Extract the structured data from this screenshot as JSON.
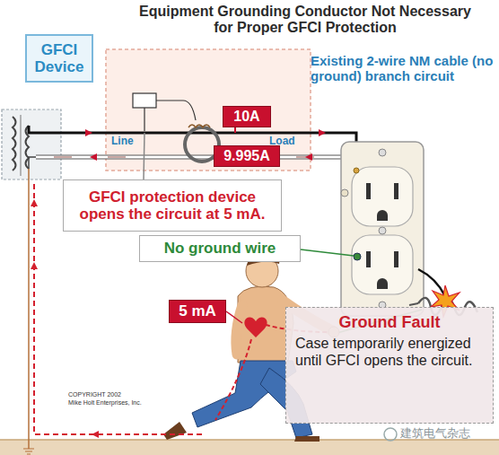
{
  "diagram": {
    "title": "Equipment Grounding Conductor Not Necessary for Proper GFCI Protection",
    "nodes": [
      {
        "text": [
          "GFCI Device"
        ]
      },
      {
        "text": [
          "10A"
        ]
      },
      {
        "text": [
          "9.995A"
        ]
      },
      {
        "text": [
          "GFCI protection device opens the circuit at 5 mA."
        ]
      },
      {
        "text": [
          "No ground wire"
        ]
      },
      {
        "text": [
          "5 mA"
        ]
      },
      {
        "text": [
          "Ground Fault",
          "Case temporarily energized until GFCI opens the circuit."
        ]
      }
    ],
    "labels": [
      "Existing 2-wire NM cable (no ground) branch circuit",
      "Line",
      "Load",
      "COPYRIGHT 2002",
      "Mike Holt Enterprises, Inc.",
      "建筑电气杂志"
    ]
  }
}
